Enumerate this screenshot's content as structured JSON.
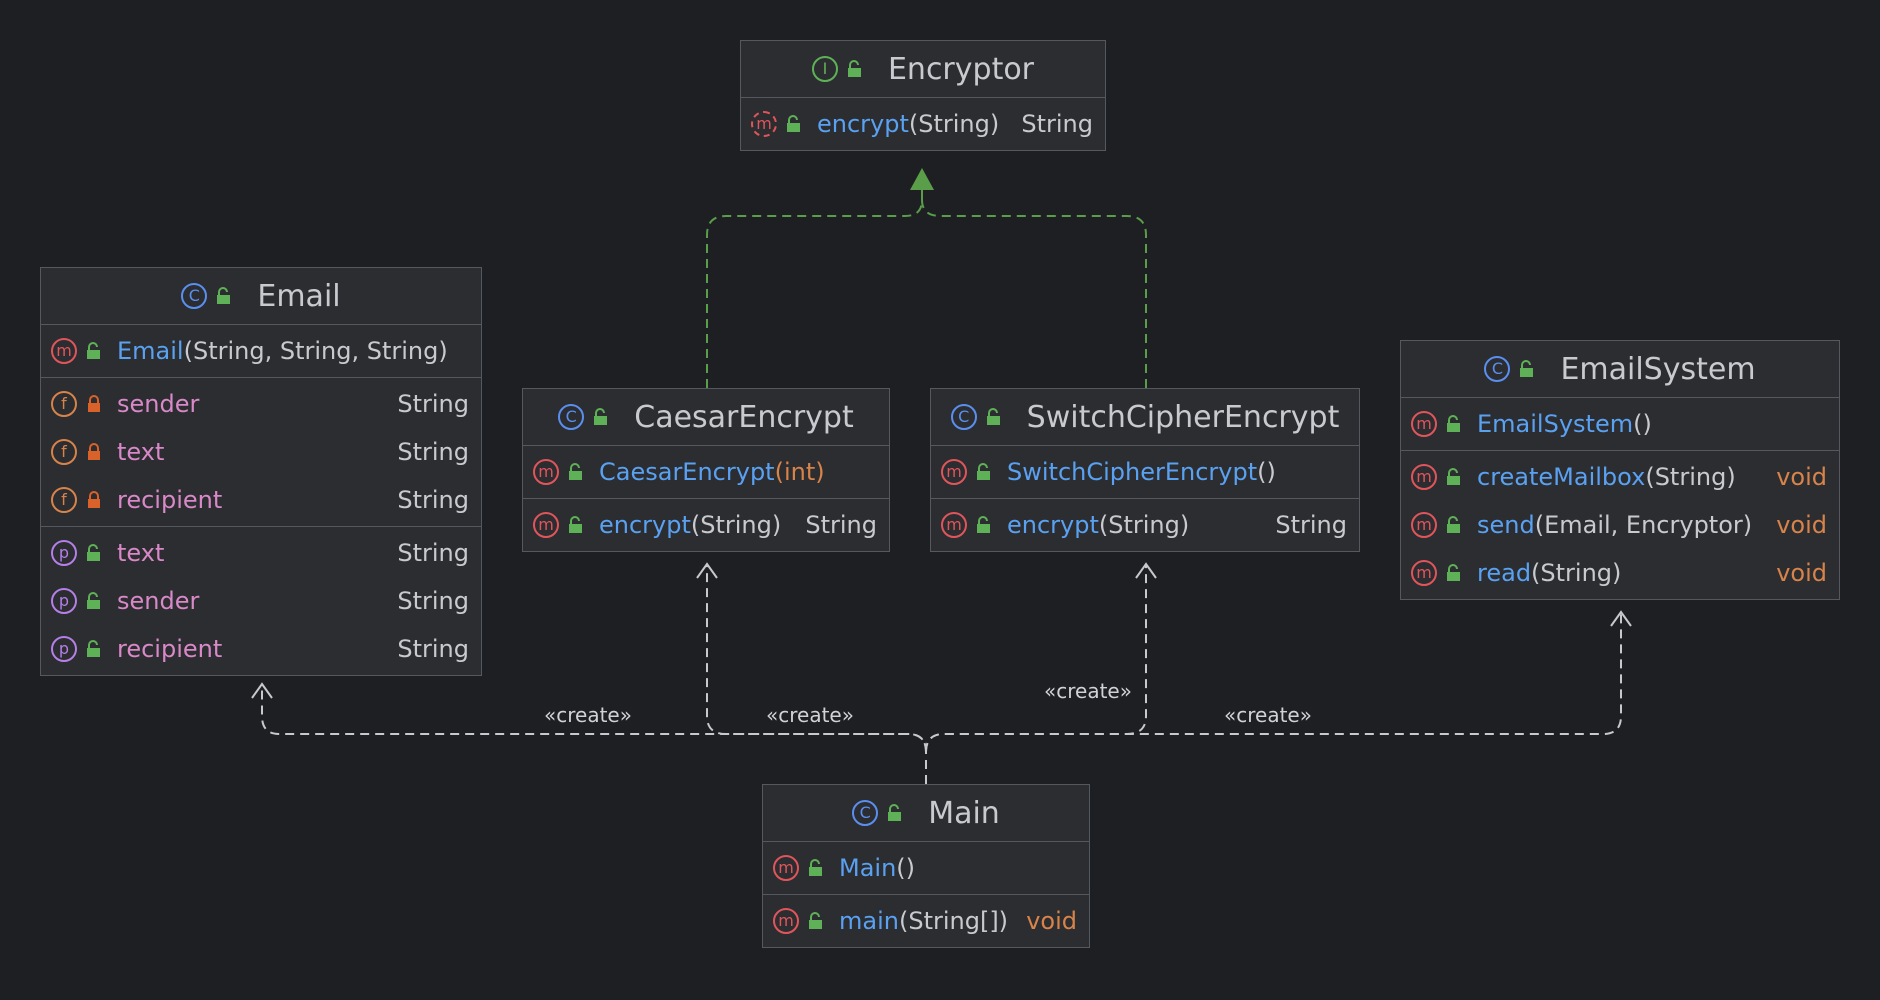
{
  "colors": {
    "background": "#1e1f22",
    "box_fill": "#2b2d30",
    "method_name": "#5aa1f2",
    "field_name": "#d988c8",
    "keyword_type": "#d7834a",
    "implements_edge": "#5a9e4a",
    "create_edge": "#c7c9cc"
  },
  "classes": {
    "encryptor": {
      "kind": "interface",
      "kind_letter": "I",
      "name": "Encryptor",
      "methods": [
        {
          "name": "encrypt",
          "params": "(String)",
          "returns": "String"
        }
      ]
    },
    "email": {
      "kind": "class",
      "kind_letter": "C",
      "name": "Email",
      "constructors": [
        {
          "name": "Email",
          "params": "(String, String, String)"
        }
      ],
      "fields": [
        {
          "name": "sender",
          "type": "String",
          "visibility": "private"
        },
        {
          "name": "text",
          "type": "String",
          "visibility": "private"
        },
        {
          "name": "recipient",
          "type": "String",
          "visibility": "private"
        }
      ],
      "properties": [
        {
          "name": "text",
          "type": "String"
        },
        {
          "name": "sender",
          "type": "String"
        },
        {
          "name": "recipient",
          "type": "String"
        }
      ]
    },
    "caesar": {
      "kind": "class",
      "kind_letter": "C",
      "name": "CaesarEncrypt",
      "constructors": [
        {
          "name": "CaesarEncrypt",
          "params": "(int)"
        }
      ],
      "methods": [
        {
          "name": "encrypt",
          "params": "(String)",
          "returns": "String"
        }
      ]
    },
    "switchcipher": {
      "kind": "class",
      "kind_letter": "C",
      "name": "SwitchCipherEncrypt",
      "constructors": [
        {
          "name": "SwitchCipherEncrypt",
          "params": "()"
        }
      ],
      "methods": [
        {
          "name": "encrypt",
          "params": "(String)",
          "returns": "String"
        }
      ]
    },
    "emailsystem": {
      "kind": "class",
      "kind_letter": "C",
      "name": "EmailSystem",
      "constructors": [
        {
          "name": "EmailSystem",
          "params": "()"
        }
      ],
      "methods": [
        {
          "name": "createMailbox",
          "params": "(String)",
          "returns": "void"
        },
        {
          "name": "send",
          "params": "(Email, Encryptor)",
          "returns": "void"
        },
        {
          "name": "read",
          "params": "(String)",
          "returns": "void"
        }
      ]
    },
    "main": {
      "kind": "class",
      "kind_letter": "C",
      "name": "Main",
      "constructors": [
        {
          "name": "Main",
          "params": "()"
        }
      ],
      "methods": [
        {
          "name": "main",
          "params": "(String[])",
          "returns": "void"
        }
      ]
    }
  },
  "relations": {
    "implements": [
      {
        "from": "CaesarEncrypt",
        "to": "Encryptor"
      },
      {
        "from": "SwitchCipherEncrypt",
        "to": "Encryptor"
      }
    ],
    "create_label": "«create»",
    "creates": [
      {
        "from": "Main",
        "to": "Email",
        "label": "«create»"
      },
      {
        "from": "Main",
        "to": "CaesarEncrypt",
        "label": "«create»"
      },
      {
        "from": "Main",
        "to": "SwitchCipherEncrypt",
        "label": "«create»"
      },
      {
        "from": "Main",
        "to": "EmailSystem",
        "label": "«create»"
      }
    ]
  }
}
